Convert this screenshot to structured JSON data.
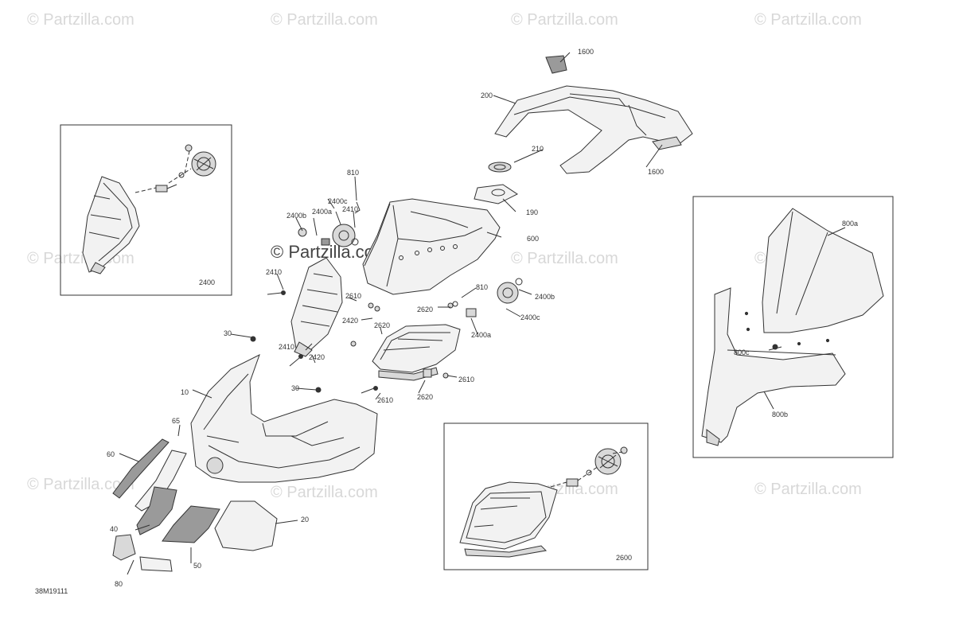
{
  "diagram": {
    "drawing_code": "38M19111",
    "watermark_text": "© Partzilla.com",
    "colors": {
      "line": "#333333",
      "fill_light": "#f2f2f2",
      "fill_mid": "#d9d9d9",
      "fill_dark": "#9a9a9a",
      "watermark": "#d8d8d8"
    },
    "callouts": {
      "c1600_top": "1600",
      "c200": "200",
      "c1600_bottom": "1600",
      "c210": "210",
      "c190": "190",
      "c810_top": "810",
      "c2400c_top": "2400c",
      "c2400b_left": "2400b",
      "c2400a_left": "2400a",
      "c2410_top": "2410",
      "c600": "600",
      "c2410_left": "2410",
      "c2610_mid": "2610",
      "c2420_mid": "2420",
      "c2620_mid": "2620",
      "c2620_upper": "2620",
      "c810_mid": "810",
      "c2400b_right": "2400b",
      "c2400c_right": "2400c",
      "c2400a_right": "2400a",
      "c30_top": "30",
      "c2410_low": "2410",
      "c2420_low": "2420",
      "c30_mid": "30",
      "c10": "10",
      "c2610_low": "2610",
      "c2620_low": "2620",
      "c2610_right": "2610",
      "c65": "65",
      "c60": "60",
      "c40": "40",
      "c20": "20",
      "c50": "50",
      "c80": "80",
      "c800a": "800a",
      "c800c": "800c",
      "c800b": "800b"
    },
    "insets": [
      {
        "label": "2400"
      },
      {
        "label": "2600"
      }
    ]
  }
}
